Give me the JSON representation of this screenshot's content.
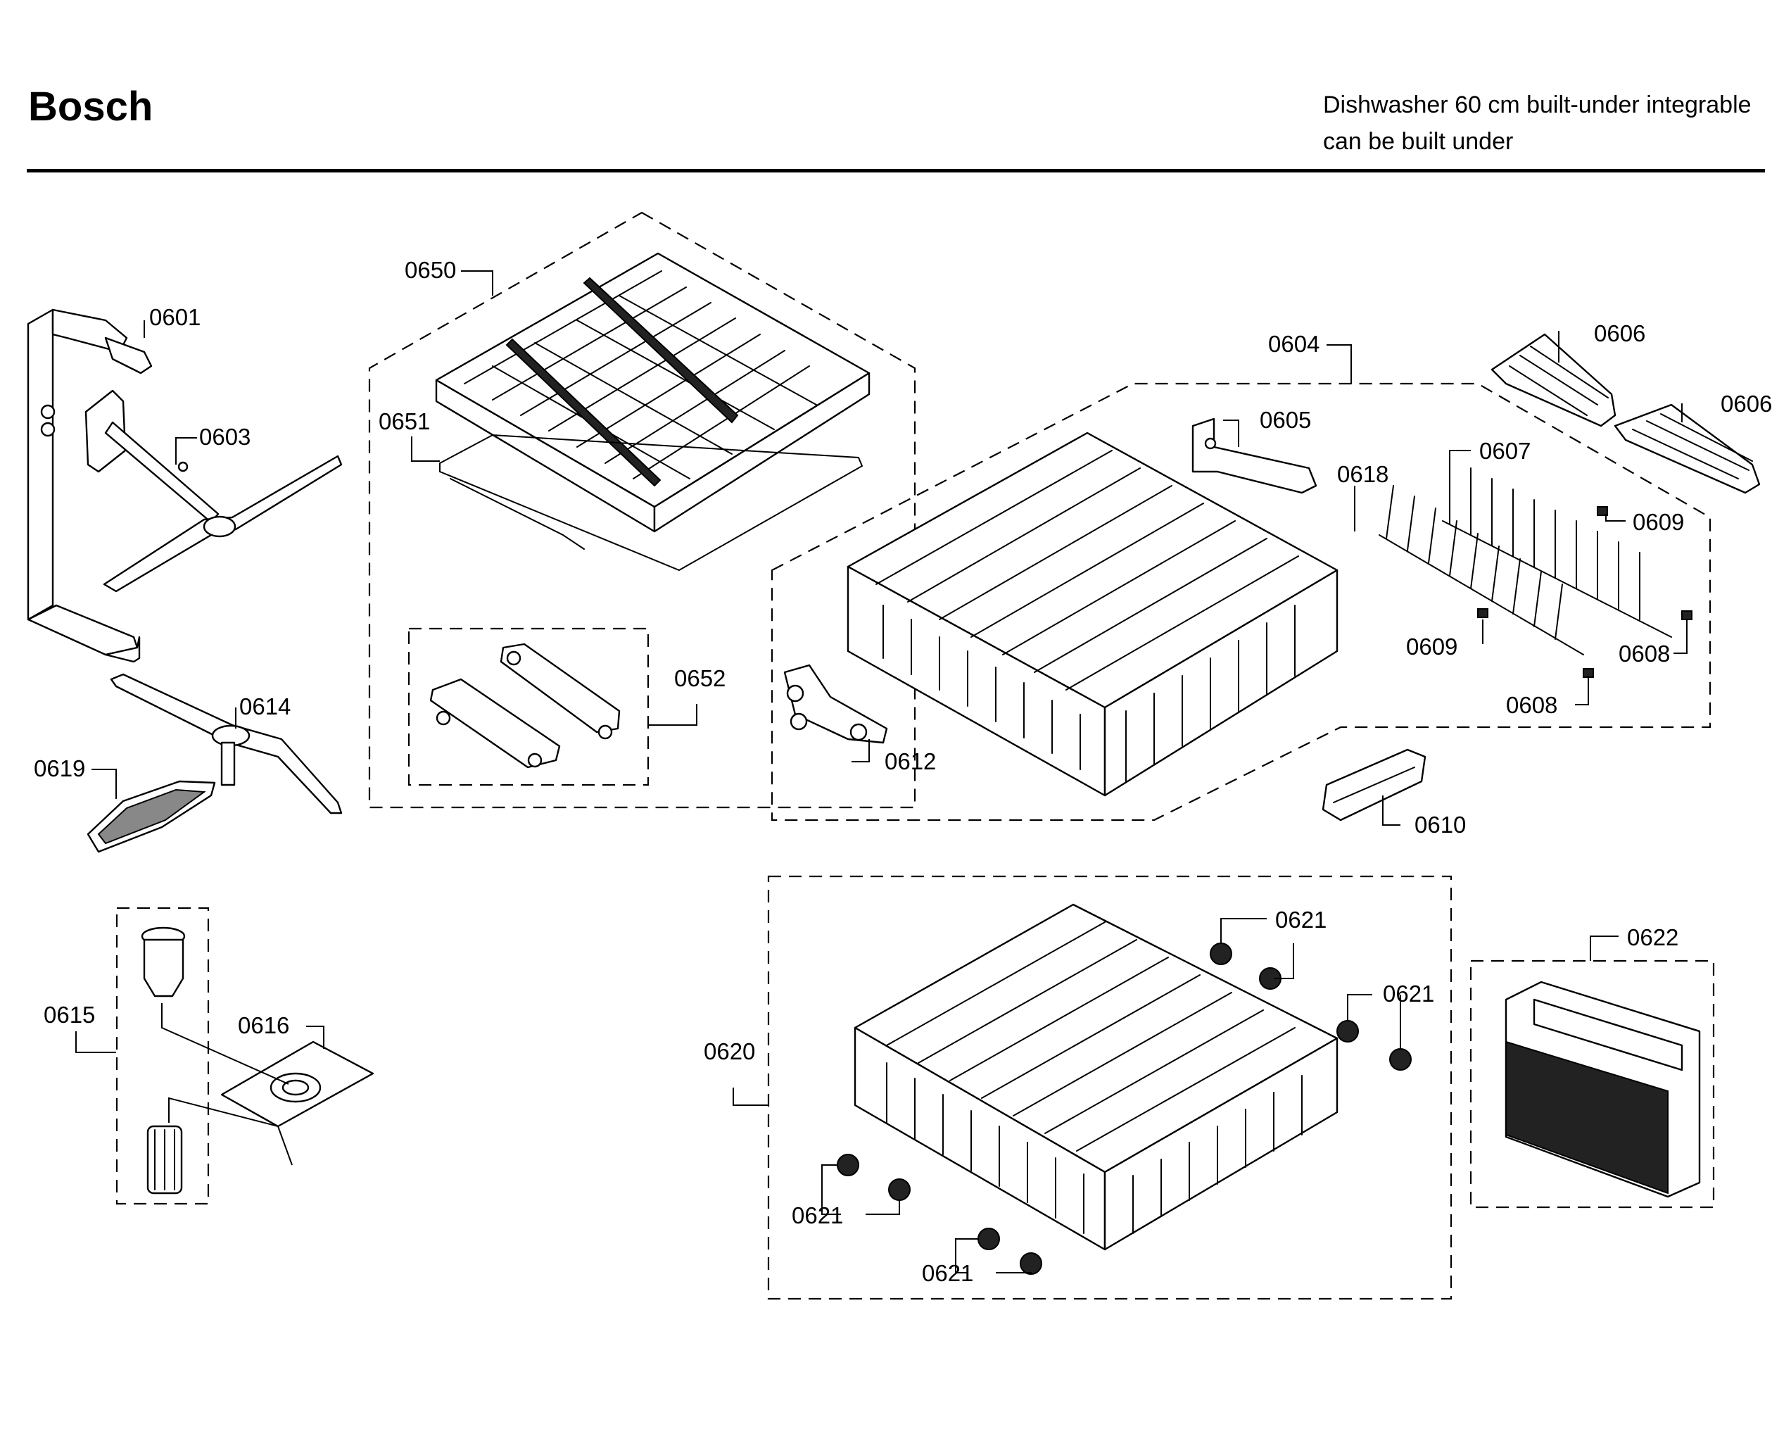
{
  "header": {
    "brand": "Bosch",
    "description_line1": "Dishwasher 60 cm built-under integrable",
    "description_line2": "can be built under"
  },
  "callouts": {
    "c0601": "0601",
    "c0603": "0603",
    "c0604": "0604",
    "c0605": "0605",
    "c0606a": "0606",
    "c0606b": "0606",
    "c0607": "0607",
    "c0608a": "0608",
    "c0608b": "0608",
    "c0609a": "0609",
    "c0609b": "0609",
    "c0610": "0610",
    "c0612": "0612",
    "c0614": "0614",
    "c0615": "0615",
    "c0616": "0616",
    "c0618": "0618",
    "c0619": "0619",
    "c0620": "0620",
    "c0621a": "0621",
    "c0621b": "0621",
    "c0621c": "0621",
    "c0621d": "0621",
    "c0622": "0622",
    "c0650": "0650",
    "c0651": "0651",
    "c0652": "0652"
  }
}
